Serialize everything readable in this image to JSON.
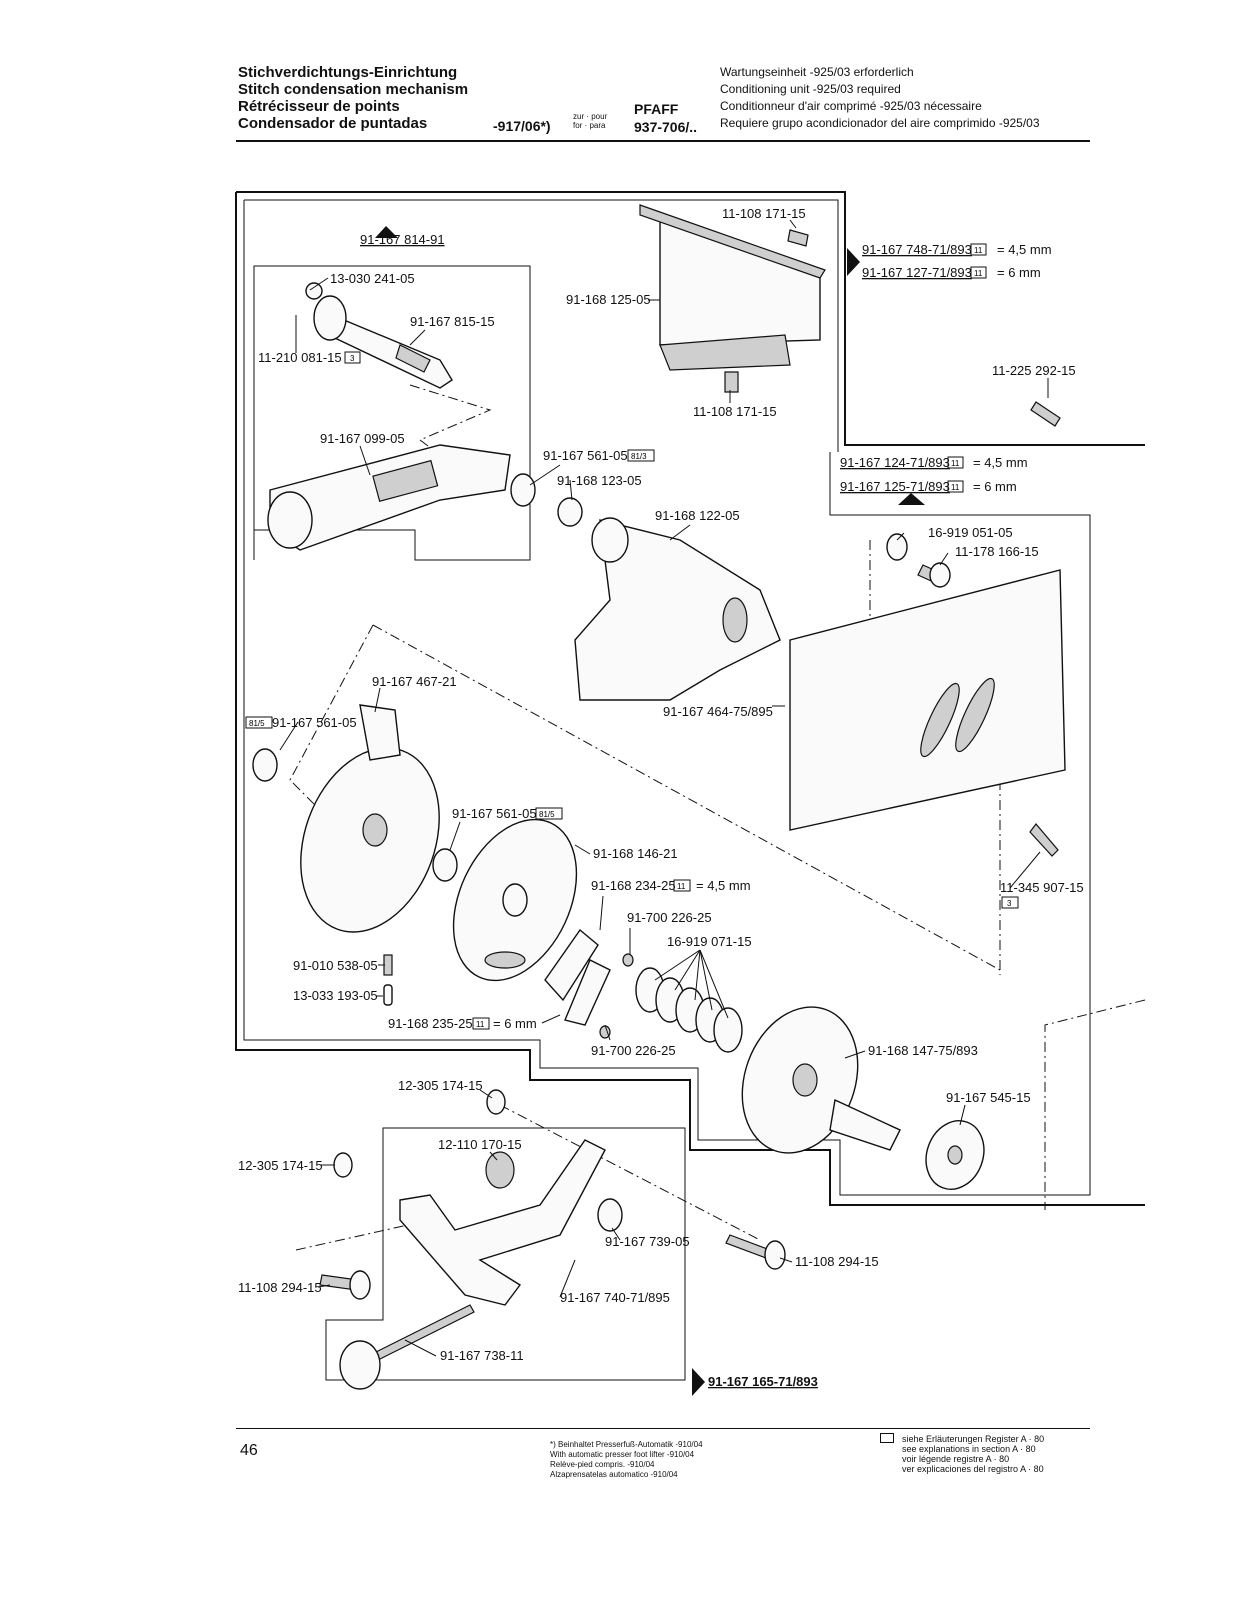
{
  "header": {
    "titles": [
      "Stichverdichtungs-Einrichtung",
      "Stitch condensation mechanism",
      "Rétrécisseur de points",
      "Condensador de puntadas"
    ],
    "variant": "-917/06*)",
    "zur_pour": "zur · pour",
    "for_para": "for · para",
    "brand": "PFAFF",
    "model": "937-706/..",
    "notes": [
      "Wartungseinheit -925/03 erforderlich",
      "Conditioning unit -925/03 required",
      "Conditionneur d'air comprimé -925/03 nécessaire",
      "Requiere grupo acondicionador del aire comprimido -925/03"
    ]
  },
  "labels": {
    "p1": "91-167 814-91",
    "p2": "13-030 241-05",
    "p3": "91-167 815-15",
    "p4": "11-210 081-15",
    "p4_badge": "3",
    "p5": "91-167 099-05",
    "p6": "11-108 171-15",
    "p7": "91-168 125-05",
    "p8": "11-108 171-15",
    "p9": "91-167 748-71/893",
    "p9_badge": "11",
    "p9_val": "= 4,5 mm",
    "p10": "91-167 127-71/893",
    "p10_badge": "11",
    "p10_val": "= 6 mm",
    "p11": "11-225 292-15",
    "p12": "91-167 124-71/893",
    "p12_badge": "11",
    "p12_val": "= 4,5 mm",
    "p13": "91-167 125-71/893",
    "p13_badge": "11",
    "p13_val": "= 6 mm",
    "p14": "91-167 561-05",
    "p14_badge": "81/3",
    "p15": "91-168 123-05",
    "p16": "91-168 122-05",
    "p17": "16-919 051-05",
    "p18": "11-178 166-15",
    "p19": "91-167 467-21",
    "p20": "91-167 561-05",
    "p20_badge": "81/5",
    "p21": "91-167 464-75/895",
    "p22": "91-167 561-05",
    "p22_badge": "81/5",
    "p23": "91-168 146-21",
    "p24": "91-168 234-25",
    "p24_badge": "11",
    "p24_val": "= 4,5 mm",
    "p25": "91-700 226-25",
    "p26": "16-919 071-15",
    "p27": "11-345 907-15",
    "p27_badge": "3",
    "p28": "91-010 538-05",
    "p29": "13-033 193-05",
    "p30": "91-168 235-25",
    "p30_badge": "11",
    "p30_val": "= 6 mm",
    "p31": "91-700 226-25",
    "p32": "91-168 147-75/893",
    "p33": "12-305 174-15",
    "p34": "91-167 545-15",
    "p35": "12-305 174-15",
    "p36": "12-110 170-15",
    "p37": "91-167 739-05",
    "p38": "11-108 294-15",
    "p39": "11-108 294-15",
    "p40": "91-167 740-71/895",
    "p41": "91-167 738-11",
    "p42": "91-167 165-71/893"
  },
  "footer": {
    "page_number": "46",
    "footnote": [
      "*) Beinhaltet Presserfuß-Automatik -910/04",
      "With automatic presser foot lifter -910/04",
      "Relève-pied compris. -910/04",
      "Alzaprensatelas automatico -910/04"
    ],
    "legend": [
      "siehe Erläuterungen Register",
      "see explanations in section",
      "voir légende registre",
      "ver explicaciones del registro"
    ],
    "legend_ref": "A · 80"
  }
}
